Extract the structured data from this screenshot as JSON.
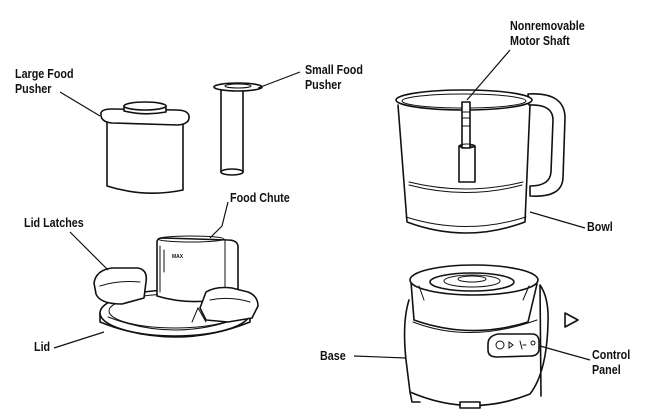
{
  "labels": {
    "large_food_pusher": [
      "Large Food",
      "Pusher"
    ],
    "small_food_pusher": [
      "Small Food",
      "Pusher"
    ],
    "food_chute": "Food Chute",
    "lid_latches": "Lid Latches",
    "lid": "Lid",
    "motor_shaft": [
      "Nonremovable",
      "Motor Shaft"
    ],
    "bowl": "Bowl",
    "base": "Base",
    "control_panel": [
      "Control",
      "Panel"
    ],
    "chute_max_mark": "MAX"
  }
}
